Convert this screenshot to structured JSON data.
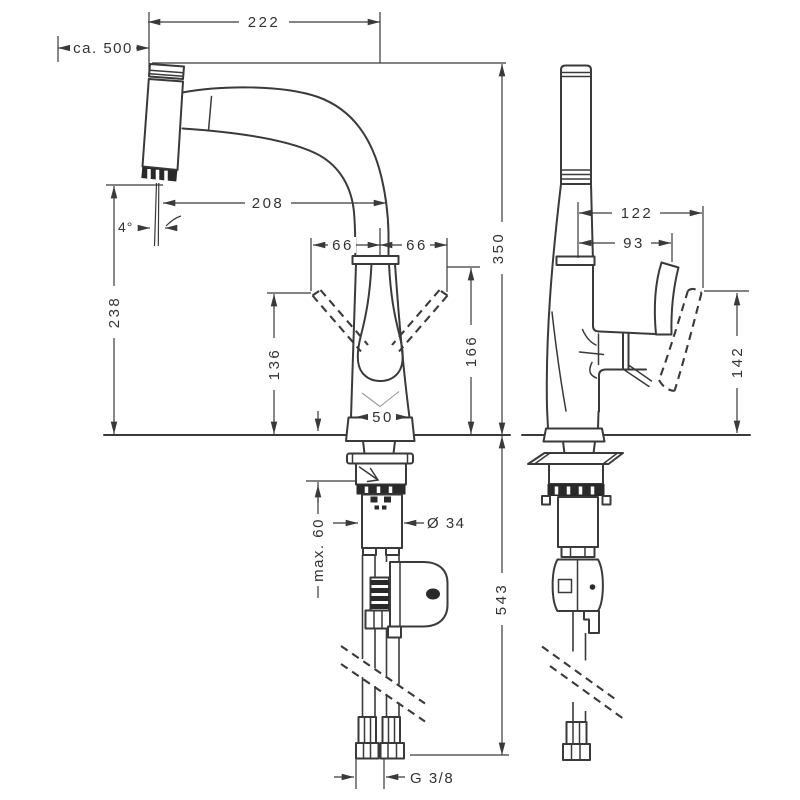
{
  "drawing": {
    "description": "Kitchen mixer tap - dimensioned technical elevation (front view and side view)",
    "background_color": "#ffffff",
    "line_color": "#3a3a3a"
  },
  "dims": {
    "spout_reach": "222",
    "hose_pullout_length": "ca. 500",
    "outlet_reach": "208",
    "outlet_angle": "4°",
    "swing_left": "66",
    "swing_right": "66",
    "height_to_outlet": "238",
    "height_total": "350",
    "height_lever_front": "136",
    "height_body_top": "166",
    "base_width": "50",
    "counter_thickness_max": "max. 60",
    "shank_diameter": "Ø 34",
    "length_below_counter": "543",
    "hose_thread": "G 3/8",
    "handle_reach_open": "122",
    "handle_reach_closed": "93",
    "handle_height": "142"
  }
}
